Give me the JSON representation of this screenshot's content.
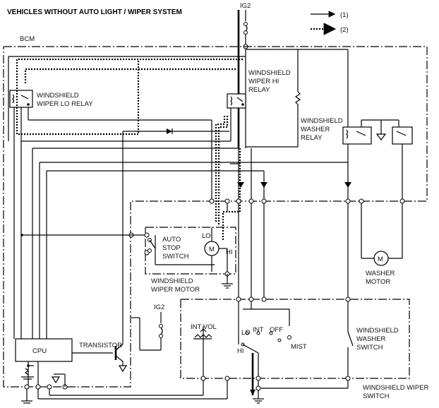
{
  "diagram": {
    "title": "VEHICLES WITHOUT AUTO LIGHT / WIPER SYSTEM",
    "legend": [
      {
        "marker": "(1)"
      },
      {
        "marker": "(2)"
      }
    ],
    "labels": {
      "ig2_top": "IG2",
      "ig2_lower": "IG2",
      "bcm": "BCM",
      "lo_relay_1": "WINDSHIELD",
      "lo_relay_2": "WIPER LO RELAY",
      "hi_relay_1": "WINDSHIELD",
      "hi_relay_2": "WIPER HI",
      "hi_relay_3": "RELAY",
      "washer_relay_1": "WINDSHIELD",
      "washer_relay_2": "WASHER",
      "washer_relay_3": "RELAY",
      "auto_stop_1": "AUTO",
      "auto_stop_2": "STOP",
      "auto_stop_3": "SWITCH",
      "motor_lo": "LO",
      "motor_hi": "HI",
      "motor_m": "M",
      "wiper_motor_1": "WINDSHIELD",
      "wiper_motor_2": "WIPER MOTOR",
      "washer_m": "M",
      "washer_motor_1": "WASHER",
      "washer_motor_2": "MOTOR",
      "cpu": "CPU",
      "transistor": "TRANSISTOR",
      "int_vol": "INT VOL",
      "sw_lo": "LO",
      "sw_int": "INT",
      "sw_off": "OFF",
      "sw_mist": "MIST",
      "sw_hi": "HI",
      "washer_switch_1": "WINDSHIELD",
      "washer_switch_2": "WASHER",
      "washer_switch_3": "SWITCH",
      "wiper_switch_1": "WINDSHIELD WIPER",
      "wiper_switch_2": "SWITCH"
    }
  }
}
